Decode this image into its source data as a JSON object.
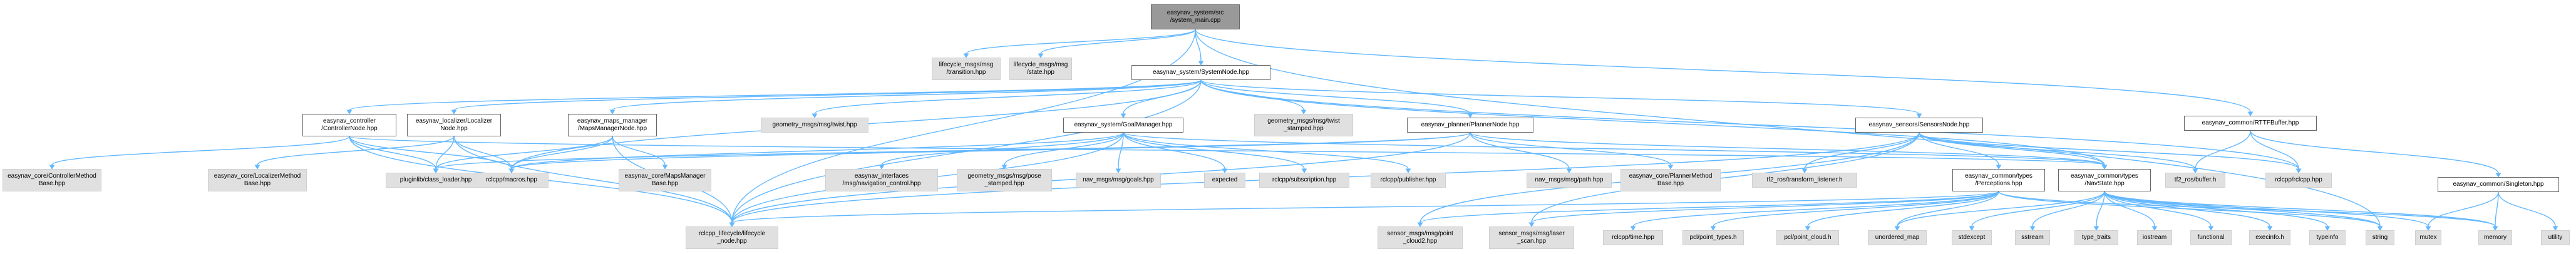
{
  "graph": {
    "nodes": [
      {
        "id": "main",
        "label": "easynav_system/src\n/system_main.cpp",
        "kind": "root"
      },
      {
        "id": "lc_transition",
        "label": "lifecycle_msgs/msg\n/transition.hpp",
        "kind": "ext"
      },
      {
        "id": "lc_state",
        "label": "lifecycle_msgs/msg\n/state.hpp",
        "kind": "ext"
      },
      {
        "id": "system_node",
        "label": "easynav_system/SystemNode.hpp",
        "kind": "doc"
      },
      {
        "id": "rtt",
        "label": "easynav_common/RTTFBuffer.hpp",
        "kind": "doc"
      },
      {
        "id": "controller",
        "label": "easynav_controller\n/ControllerNode.hpp",
        "kind": "doc"
      },
      {
        "id": "localizer",
        "label": "easynav_localizer/Localizer\nNode.hpp",
        "kind": "doc"
      },
      {
        "id": "maps",
        "label": "easynav_maps_manager\n/MapsManagerNode.hpp",
        "kind": "doc"
      },
      {
        "id": "twist",
        "label": "geometry_msgs/msg/twist.hpp",
        "kind": "ext"
      },
      {
        "id": "goal",
        "label": "easynav_system/GoalManager.hpp",
        "kind": "doc"
      },
      {
        "id": "twist_stamped",
        "label": "geometry_msgs/msg/twist\n_stamped.hpp",
        "kind": "ext"
      },
      {
        "id": "planner",
        "label": "easynav_planner/PlannerNode.hpp",
        "kind": "doc"
      },
      {
        "id": "sensors",
        "label": "easynav_sensors/SensorsNode.hpp",
        "kind": "doc"
      },
      {
        "id": "singleton",
        "label": "easynav_common/Singleton.hpp",
        "kind": "doc"
      },
      {
        "id": "ctrl_base",
        "label": "easynav_core/ControllerMethod\nBase.hpp",
        "kind": "ext"
      },
      {
        "id": "loc_base",
        "label": "easynav_core/LocalizerMethod\nBase.hpp",
        "kind": "ext"
      },
      {
        "id": "pluginlib",
        "label": "pluginlib/class_loader.hpp",
        "kind": "ext"
      },
      {
        "id": "macros",
        "label": "rclcpp/macros.hpp",
        "kind": "ext"
      },
      {
        "id": "maps_base",
        "label": "easynav_core/MapsManager\nBase.hpp",
        "kind": "ext"
      },
      {
        "id": "nav_ctrl",
        "label": "easynav_interfaces\n/msg/navigation_control.hpp",
        "kind": "ext"
      },
      {
        "id": "pose_stamped",
        "label": "geometry_msgs/msg/pose\n_stamped.hpp",
        "kind": "ext"
      },
      {
        "id": "goals",
        "label": "nav_msgs/msg/goals.hpp",
        "kind": "ext"
      },
      {
        "id": "expected",
        "label": "expected",
        "kind": "ext"
      },
      {
        "id": "subscription",
        "label": "rclcpp/subscription.hpp",
        "kind": "ext"
      },
      {
        "id": "publisher",
        "label": "rclcpp/publisher.hpp",
        "kind": "ext"
      },
      {
        "id": "path",
        "label": "nav_msgs/msg/path.hpp",
        "kind": "ext"
      },
      {
        "id": "planner_base",
        "label": "easynav_core/PlannerMethod\nBase.hpp",
        "kind": "ext"
      },
      {
        "id": "tf2_listener",
        "label": "tf2_ros/transform_listener.h",
        "kind": "ext"
      },
      {
        "id": "perceptions",
        "label": "easynav_common/types\n/Perceptions.hpp",
        "kind": "doc"
      },
      {
        "id": "navstate",
        "label": "easynav_common/types\n/NavState.hpp",
        "kind": "doc"
      },
      {
        "id": "tf2_buffer",
        "label": "tf2_ros/buffer.h",
        "kind": "ext"
      },
      {
        "id": "rclcpp",
        "label": "rclcpp/rclcpp.hpp",
        "kind": "ext"
      },
      {
        "id": "lifecycle_node",
        "label": "rclcpp_lifecycle/lifecycle\n_node.hpp",
        "kind": "ext"
      },
      {
        "id": "pointcloud2",
        "label": "sensor_msgs/msg/point\n_cloud2.hpp",
        "kind": "ext"
      },
      {
        "id": "laserscan",
        "label": "sensor_msgs/msg/laser\n_scan.hpp",
        "kind": "ext"
      },
      {
        "id": "time",
        "label": "rclcpp/time.hpp",
        "kind": "ext"
      },
      {
        "id": "pcl_types",
        "label": "pcl/point_types.h",
        "kind": "ext"
      },
      {
        "id": "pcl_cloud",
        "label": "pcl/point_cloud.h",
        "kind": "ext"
      },
      {
        "id": "unordered_map",
        "label": "unordered_map",
        "kind": "ext"
      },
      {
        "id": "stdexcept",
        "label": "stdexcept",
        "kind": "ext"
      },
      {
        "id": "sstream",
        "label": "sstream",
        "kind": "ext"
      },
      {
        "id": "type_traits",
        "label": "type_traits",
        "kind": "ext"
      },
      {
        "id": "iostream",
        "label": "iostream",
        "kind": "ext"
      },
      {
        "id": "functional",
        "label": "functional",
        "kind": "ext"
      },
      {
        "id": "execinfo",
        "label": "execinfo.h",
        "kind": "ext"
      },
      {
        "id": "typeinfo",
        "label": "typeinfo",
        "kind": "ext"
      },
      {
        "id": "string",
        "label": "string",
        "kind": "ext"
      },
      {
        "id": "mutex",
        "label": "mutex",
        "kind": "ext"
      },
      {
        "id": "memory",
        "label": "memory",
        "kind": "ext"
      },
      {
        "id": "utility",
        "label": "utility",
        "kind": "ext"
      }
    ],
    "edges": [
      [
        "main",
        "lc_transition"
      ],
      [
        "main",
        "lc_state"
      ],
      [
        "main",
        "system_node"
      ],
      [
        "main",
        "rtt"
      ],
      [
        "main",
        "lifecycle_node"
      ],
      [
        "main",
        "string"
      ],
      [
        "system_node",
        "controller"
      ],
      [
        "system_node",
        "localizer"
      ],
      [
        "system_node",
        "maps"
      ],
      [
        "system_node",
        "twist"
      ],
      [
        "system_node",
        "goal"
      ],
      [
        "system_node",
        "twist_stamped"
      ],
      [
        "system_node",
        "planner"
      ],
      [
        "system_node",
        "sensors"
      ],
      [
        "system_node",
        "rclcpp"
      ],
      [
        "system_node",
        "macros"
      ],
      [
        "system_node",
        "lifecycle_node"
      ],
      [
        "system_node",
        "navstate"
      ],
      [
        "rtt",
        "rclcpp"
      ],
      [
        "rtt",
        "tf2_buffer"
      ],
      [
        "rtt",
        "singleton"
      ],
      [
        "singleton",
        "mutex"
      ],
      [
        "singleton",
        "memory"
      ],
      [
        "singleton",
        "utility"
      ],
      [
        "controller",
        "ctrl_base"
      ],
      [
        "controller",
        "pluginlib"
      ],
      [
        "controller",
        "macros"
      ],
      [
        "controller",
        "lifecycle_node"
      ],
      [
        "controller",
        "navstate"
      ],
      [
        "localizer",
        "loc_base"
      ],
      [
        "localizer",
        "pluginlib"
      ],
      [
        "localizer",
        "macros"
      ],
      [
        "localizer",
        "lifecycle_node"
      ],
      [
        "maps",
        "maps_base"
      ],
      [
        "maps",
        "pluginlib"
      ],
      [
        "maps",
        "macros"
      ],
      [
        "maps",
        "lifecycle_node"
      ],
      [
        "goal",
        "nav_ctrl"
      ],
      [
        "goal",
        "pose_stamped"
      ],
      [
        "goal",
        "goals"
      ],
      [
        "goal",
        "expected"
      ],
      [
        "goal",
        "subscription"
      ],
      [
        "goal",
        "publisher"
      ],
      [
        "goal",
        "macros"
      ],
      [
        "goal",
        "lifecycle_node"
      ],
      [
        "goal",
        "navstate"
      ],
      [
        "planner",
        "path"
      ],
      [
        "planner",
        "planner_base"
      ],
      [
        "planner",
        "pluginlib"
      ],
      [
        "planner",
        "macros"
      ],
      [
        "planner",
        "lifecycle_node"
      ],
      [
        "planner",
        "navstate"
      ],
      [
        "sensors",
        "tf2_listener"
      ],
      [
        "sensors",
        "perceptions"
      ],
      [
        "sensors",
        "navstate"
      ],
      [
        "sensors",
        "tf2_buffer"
      ],
      [
        "sensors",
        "rclcpp"
      ],
      [
        "sensors",
        "pointcloud2"
      ],
      [
        "sensors",
        "laserscan"
      ],
      [
        "sensors",
        "lifecycle_node"
      ],
      [
        "perceptions",
        "pointcloud2"
      ],
      [
        "perceptions",
        "laserscan"
      ],
      [
        "perceptions",
        "time"
      ],
      [
        "perceptions",
        "pcl_types"
      ],
      [
        "perceptions",
        "pcl_cloud"
      ],
      [
        "perceptions",
        "unordered_map"
      ],
      [
        "perceptions",
        "string"
      ],
      [
        "perceptions",
        "memory"
      ],
      [
        "perceptions",
        "lifecycle_node"
      ],
      [
        "navstate",
        "stdexcept"
      ],
      [
        "navstate",
        "sstream"
      ],
      [
        "navstate",
        "type_traits"
      ],
      [
        "navstate",
        "iostream"
      ],
      [
        "navstate",
        "functional"
      ],
      [
        "navstate",
        "execinfo"
      ],
      [
        "navstate",
        "typeinfo"
      ],
      [
        "navstate",
        "string"
      ],
      [
        "navstate",
        "mutex"
      ],
      [
        "navstate",
        "memory"
      ],
      [
        "navstate",
        "unordered_map"
      ]
    ]
  }
}
